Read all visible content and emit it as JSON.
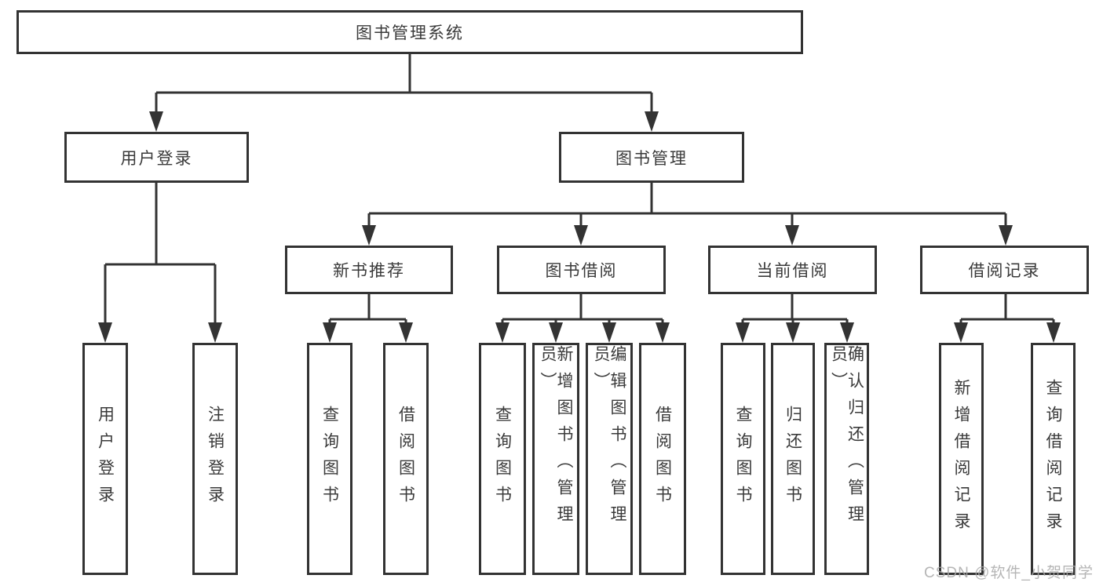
{
  "diagram": {
    "root": {
      "label": "图书管理系统",
      "children": [
        {
          "label": "用户登录",
          "children": [
            {
              "label": "用户登录"
            },
            {
              "label": "注销登录"
            }
          ]
        },
        {
          "label": "图书管理",
          "children": [
            {
              "label": "新书推荐",
              "children": [
                {
                  "label": "查询图书"
                },
                {
                  "label": "借阅图书"
                }
              ]
            },
            {
              "label": "图书借阅",
              "children": [
                {
                  "label": "查询图书"
                },
                {
                  "label": "新增图书（管理员）"
                },
                {
                  "label": "编辑图书（管理员）"
                },
                {
                  "label": "借阅图书"
                }
              ]
            },
            {
              "label": "当前借阅",
              "children": [
                {
                  "label": "查询图书"
                },
                {
                  "label": "归还图书"
                },
                {
                  "label": "确认归还（管理员）"
                }
              ]
            },
            {
              "label": "借阅记录",
              "children": [
                {
                  "label": "新增借阅记录"
                },
                {
                  "label": "查询借阅记录"
                }
              ]
            }
          ]
        }
      ]
    }
  },
  "watermark": {
    "text": "CSDN @软件_小贺同学"
  },
  "colors": {
    "line": "#333333",
    "box_border": "#333333",
    "box_background": "#ffffff",
    "text": "#3a3a3a",
    "watermark": "#a9a9a9",
    "background": "#ffffff"
  }
}
